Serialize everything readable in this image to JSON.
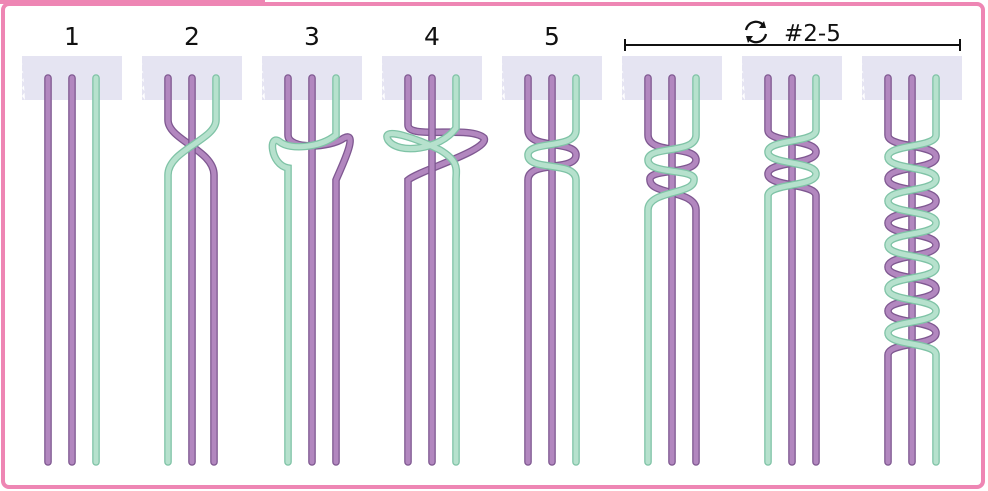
{
  "steps": [
    {
      "label": "1"
    },
    {
      "label": "2"
    },
    {
      "label": "3"
    },
    {
      "label": "4"
    },
    {
      "label": "5"
    }
  ],
  "repeat": {
    "label": "#2-5",
    "icon": "repeat-icon"
  },
  "colors": {
    "frame": "#ee86b4",
    "tape": "#e5e4f2",
    "purple_cord": "#b287bf",
    "purple_edge": "#7f5891",
    "green_cord": "#b6e1cd",
    "green_edge": "#7fc3a6",
    "text": "#111111"
  }
}
